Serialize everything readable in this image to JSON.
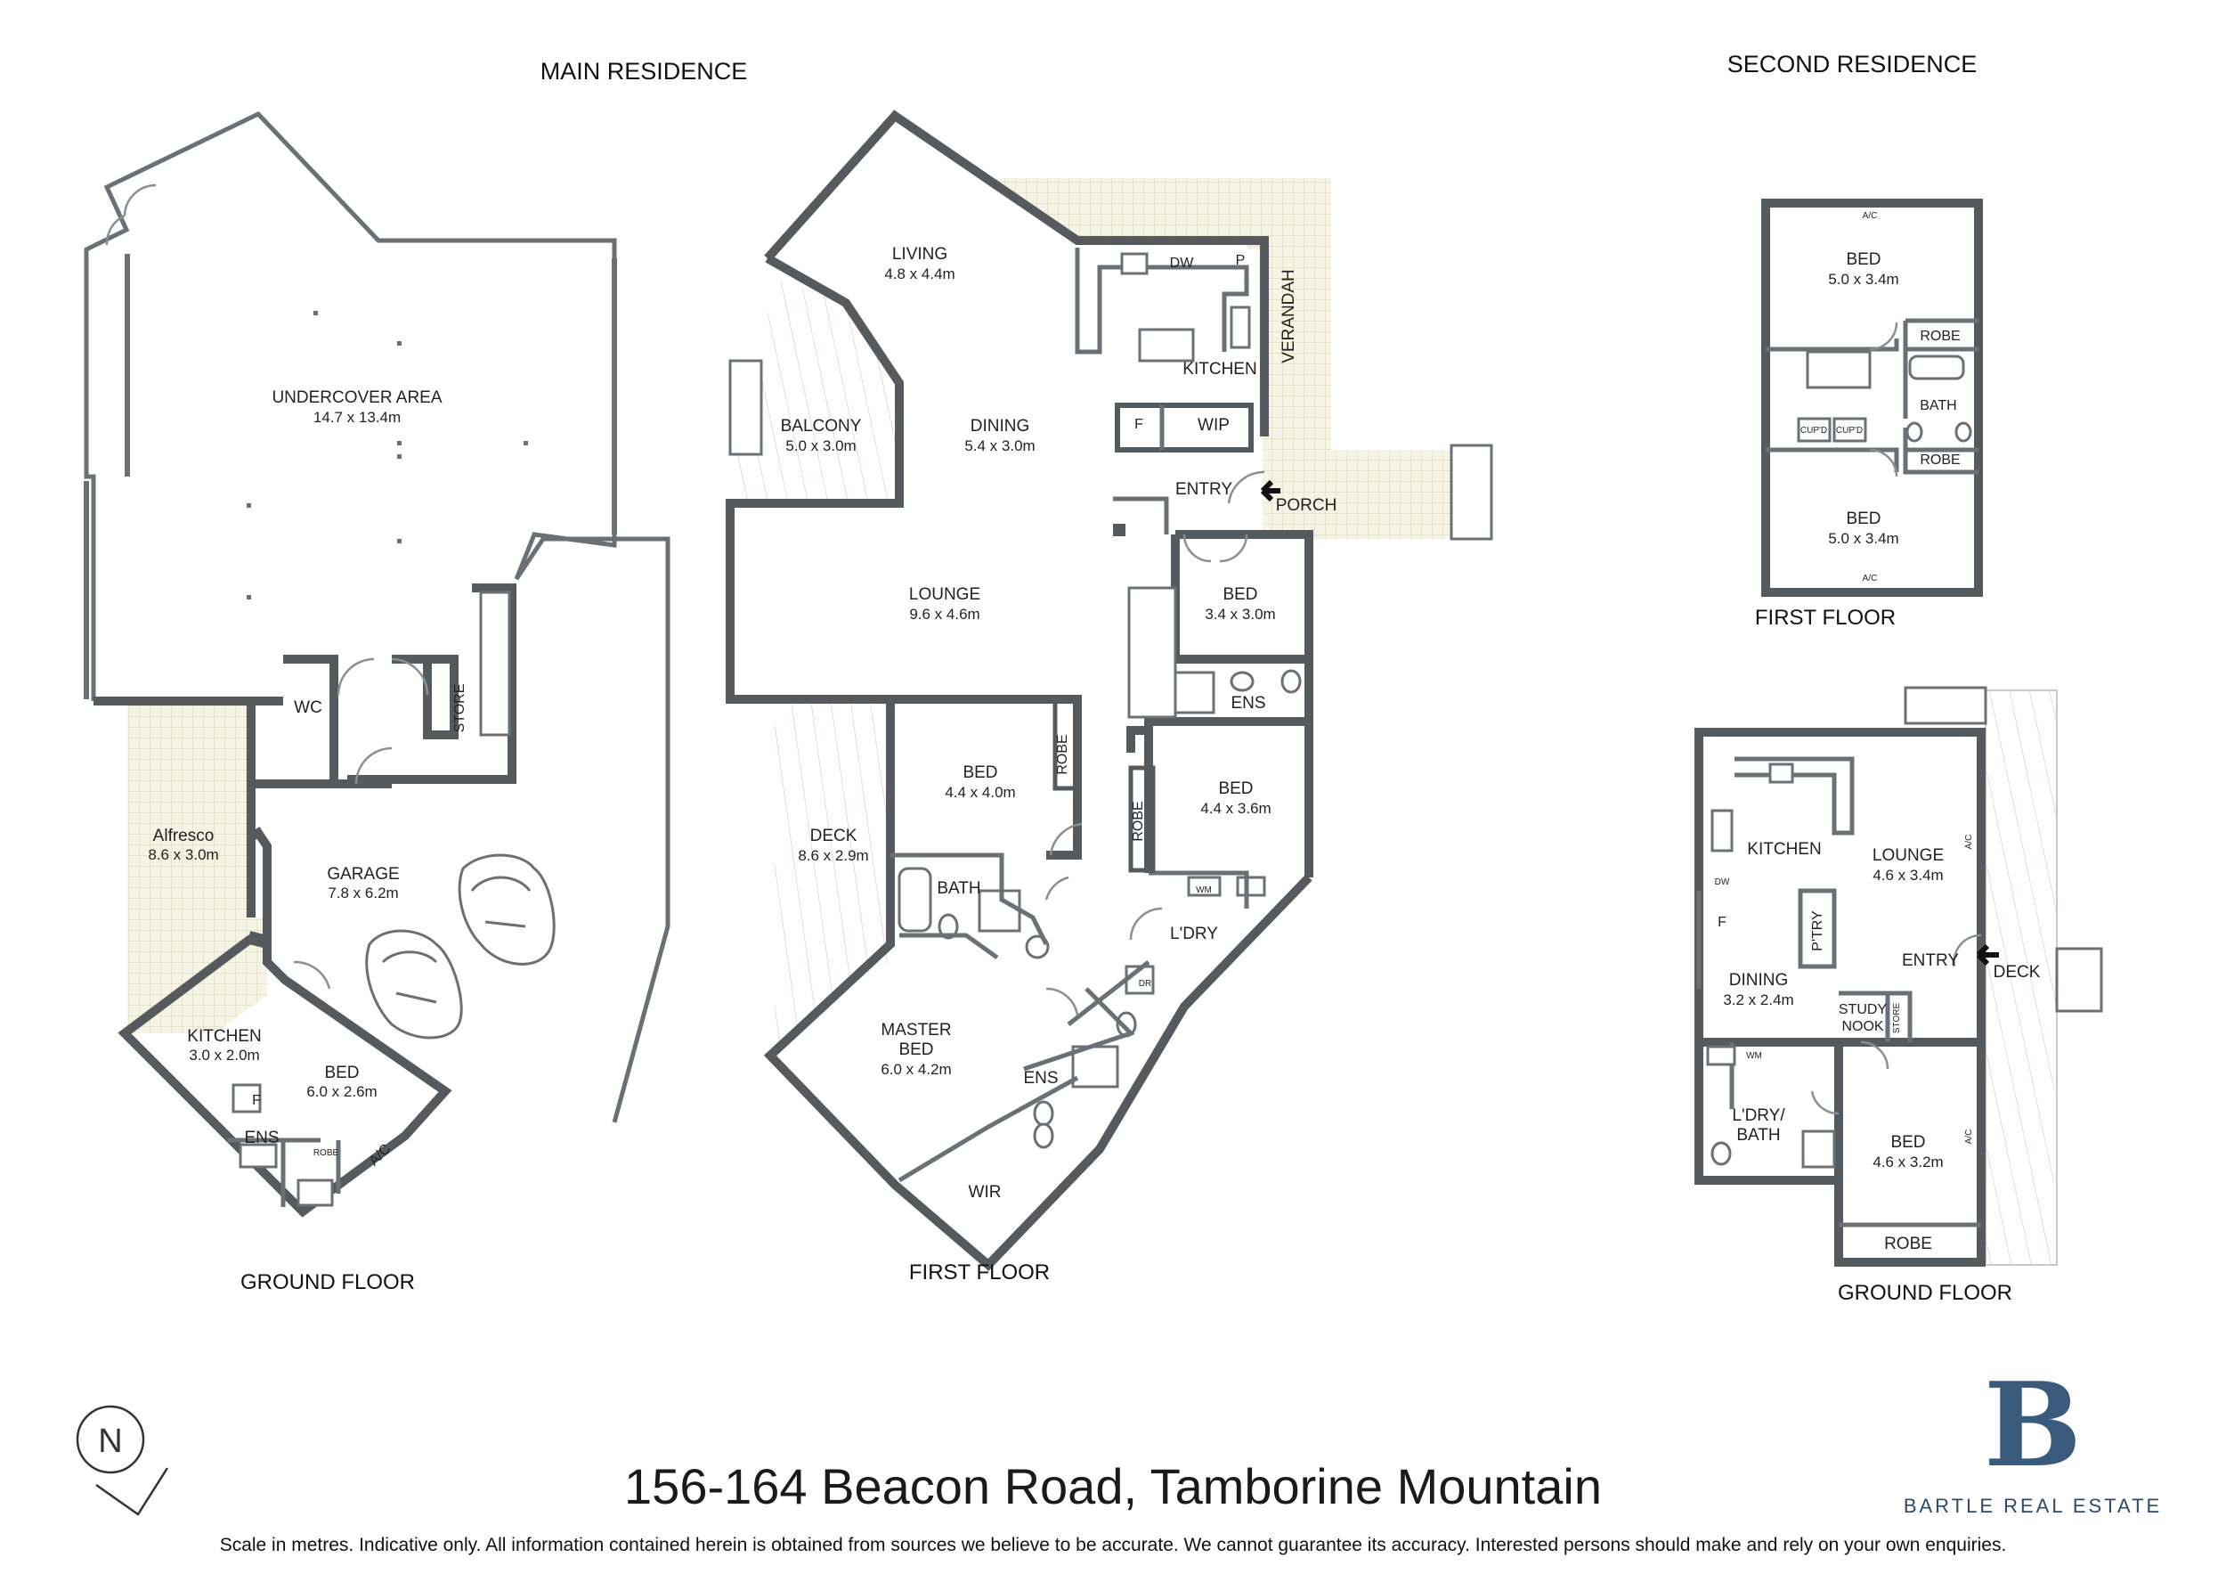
{
  "headings": {
    "main_residence": "MAIN RESIDENCE",
    "second_residence": "SECOND RESIDENCE"
  },
  "floors": {
    "main_ground": "GROUND FLOOR",
    "main_first": "FIRST FLOOR",
    "second_first": "FIRST FLOOR",
    "second_ground": "GROUND FLOOR"
  },
  "main_ground_rooms": {
    "undercover_name": "UNDERCOVER AREA",
    "undercover_dim": "14.7 x 13.4m",
    "wc": "WC",
    "store": "STORE",
    "alfresco_name": "Alfresco",
    "alfresco_dim": "8.6 x 3.0m",
    "garage_name": "GARAGE",
    "garage_dim": "7.8 x 6.2m",
    "kitchen_name": "KITCHEN",
    "kitchen_dim": "3.0 x 2.0m",
    "bed_name": "BED",
    "bed_dim": "6.0 x 2.6m",
    "fridge": "F",
    "ens": "ENS",
    "robe": "ROBE",
    "ac": "A/C"
  },
  "main_first_rooms": {
    "living_name": "LIVING",
    "living_dim": "4.8 x 4.4m",
    "dw": "DW",
    "pantry": "P",
    "kitchen": "KITCHEN",
    "verandah": "VERANDAH",
    "balcony_name": "BALCONY",
    "balcony_dim": "5.0 x 3.0m",
    "dining_name": "DINING",
    "dining_dim": "5.4 x 3.0m",
    "fridge": "F",
    "wip": "WIP",
    "entry": "ENTRY",
    "porch": "PORCH",
    "lounge_name": "LOUNGE",
    "lounge_dim": "9.6 x 4.6m",
    "bed1_name": "BED",
    "bed1_dim": "3.4 x 3.0m",
    "ens1": "ENS",
    "bed2_name": "BED",
    "bed2_dim": "4.4 x 4.0m",
    "robe2": "ROBE",
    "bed3_name": "BED",
    "bed3_dim": "4.4 x 3.6m",
    "robe3": "ROBE",
    "deck_name": "DECK",
    "deck_dim": "8.6 x 2.9m",
    "bath": "BATH",
    "wm": "WM",
    "ldry": "L'DRY",
    "dr": "DR",
    "master_name1": "MASTER",
    "master_name2": "BED",
    "master_dim": "6.0 x 4.2m",
    "ens2": "ENS",
    "wir": "WIR"
  },
  "second_first_rooms": {
    "bed1_name": "BED",
    "bed1_dim": "5.0 x 3.4m",
    "robe1": "ROBE",
    "bath": "BATH",
    "cupd1": "CUP'D",
    "cupd2": "CUP'D",
    "robe2": "ROBE",
    "bed2_name": "BED",
    "bed2_dim": "5.0 x 3.4m",
    "ac1": "A/C",
    "ac2": "A/C"
  },
  "second_ground_rooms": {
    "kitchen": "KITCHEN",
    "lounge_name": "LOUNGE",
    "lounge_dim": "4.6 x 3.4m",
    "ac1": "A/C",
    "dw": "DW",
    "fridge": "F",
    "ptry": "P'TRY",
    "entry": "ENTRY",
    "deck": "DECK",
    "dining_name": "DINING",
    "dining_dim": "3.2 x 2.4m",
    "study1": "STUDY",
    "study2": "NOOK",
    "store": "STORE",
    "wm": "WM",
    "ldry1": "L'DRY/",
    "ldry2": "BATH",
    "bed_name": "BED",
    "bed_dim": "4.6 x 3.2m",
    "ac2": "A/C",
    "robe": "ROBE"
  },
  "address": "156-164 Beacon Road, Tamborine Mountain",
  "disclaimer": "Scale in metres. Indicative only. All information contained herein is obtained from sources we believe to be accurate. We cannot guarantee its accuracy. Interested persons should make and rely on your own enquiries.",
  "brand": {
    "letter": "B",
    "name": "BARTLE REAL ESTATE",
    "color": "#3a5a7c"
  },
  "compass": {
    "letter": "N",
    "icon": "north-arrow-icon"
  },
  "colors": {
    "wall": "#555a5f",
    "deck_fill": "#f5f3e4",
    "deck_grid": "#d9d7b8",
    "timber": "#e0b5a8"
  }
}
